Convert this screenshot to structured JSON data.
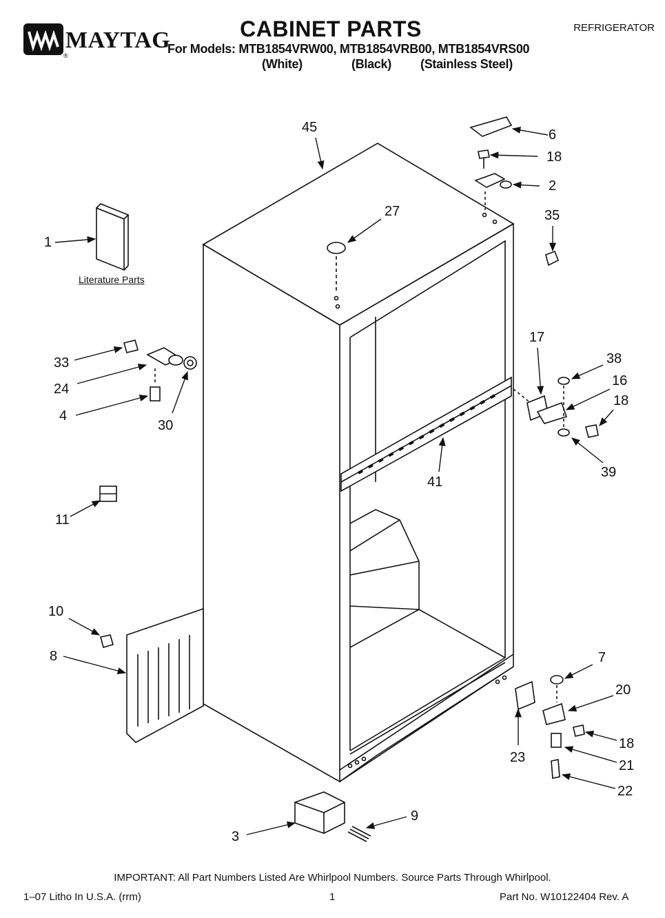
{
  "header": {
    "brand": "MAYTAG",
    "brand_mark": "®",
    "title": "CABINET PARTS",
    "doc_type": "REFRIGERATOR",
    "models_line": "For Models: MTB1854VRW00, MTB1854VRB00, MTB1854VRS00",
    "variants": [
      "(White)",
      "(Black)",
      "(Stainless Steel)"
    ]
  },
  "diagram": {
    "literature_label": "Literature Parts",
    "callouts": {
      "c1": "1",
      "c2": "2",
      "c3": "3",
      "c4": "4",
      "c6": "6",
      "c7": "7",
      "c8": "8",
      "c9": "9",
      "c10": "10",
      "c11": "11",
      "c16": "16",
      "c17": "17",
      "c18a": "18",
      "c18b": "18",
      "c18c": "18",
      "c20": "20",
      "c21": "21",
      "c22": "22",
      "c23": "23",
      "c24": "24",
      "c27": "27",
      "c30": "30",
      "c33": "33",
      "c35": "35",
      "c38": "38",
      "c39": "39",
      "c41": "41",
      "c45": "45"
    }
  },
  "footer": {
    "important": "IMPORTANT: All Part Numbers Listed Are Whirlpool Numbers. Source Parts Through Whirlpool.",
    "litho": "1–07 Litho In U.S.A. (rrm)",
    "page": "1",
    "part_no": "Part No. W10122404 Rev. A"
  }
}
